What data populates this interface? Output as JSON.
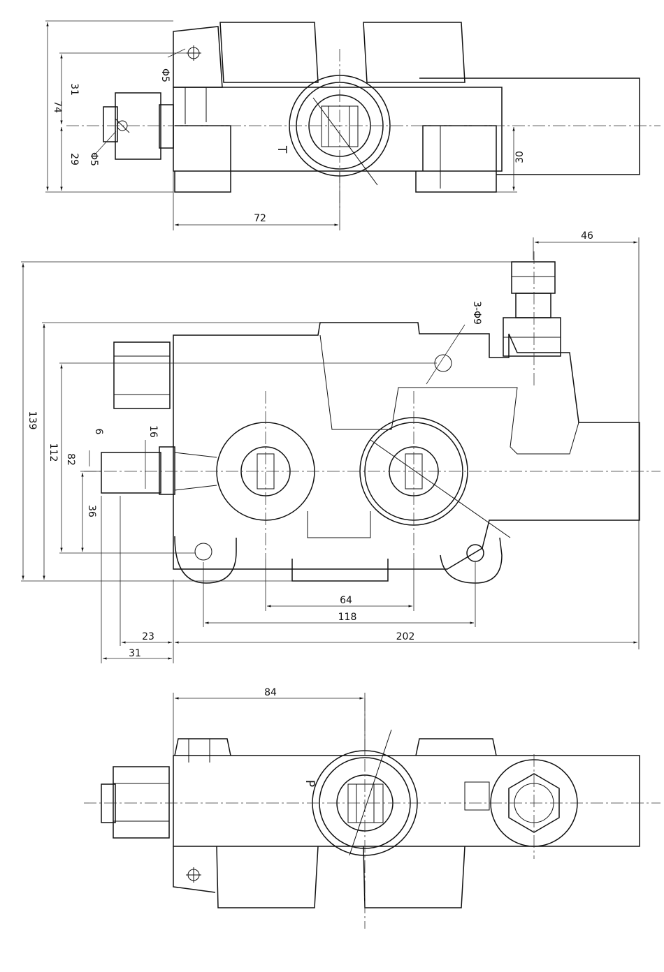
{
  "top_view": {
    "port_label": "T",
    "dims": {
      "d31": "31",
      "d74": "74",
      "d29": "29",
      "d30": "30",
      "d72": "72",
      "phi5a": "Φ5",
      "phi5b": "Φ5"
    }
  },
  "front_view": {
    "dims": {
      "d46": "46",
      "d139": "139",
      "d112": "112",
      "d82": "82",
      "d6": "6",
      "d16": "16",
      "d36": "36",
      "d64": "64",
      "d118": "118",
      "d23": "23",
      "d202": "202",
      "d31": "31",
      "holes": "3-Φ9"
    }
  },
  "bottom_view": {
    "port_label": "P",
    "dims": {
      "d84": "84"
    }
  }
}
